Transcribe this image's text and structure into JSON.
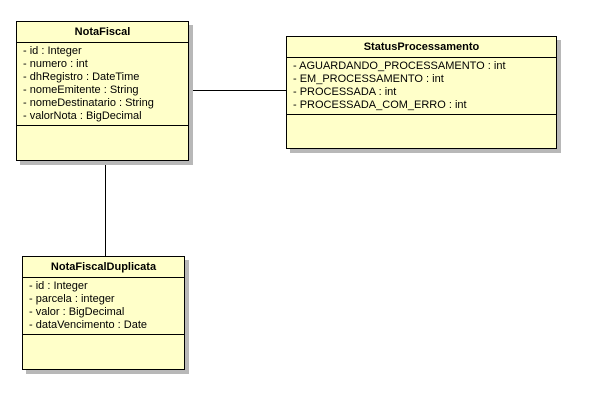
{
  "classes": {
    "nota_fiscal": {
      "name": "NotaFiscal",
      "attributes": [
        "- id : Integer",
        "- numero : int",
        "- dhRegistro : DateTime",
        "- nomeEmitente : String",
        "- nomeDestinatario : String",
        "- valorNota : BigDecimal"
      ]
    },
    "status_processamento": {
      "name": "StatusProcessamento",
      "attributes": [
        "- AGUARDANDO_PROCESSAMENTO : int",
        "- EM_PROCESSAMENTO : int",
        "- PROCESSADA : int",
        "- PROCESSADA_COM_ERRO : int"
      ]
    },
    "nota_fiscal_duplicata": {
      "name": "NotaFiscalDuplicata",
      "attributes": [
        "- id : Integer",
        "- parcela : integer",
        "- valor : BigDecimal",
        "- dataVencimento : Date"
      ]
    }
  },
  "colors": {
    "class_fill": "#ffffc9",
    "border": "#000000",
    "shadow": "#b8b8b8"
  }
}
